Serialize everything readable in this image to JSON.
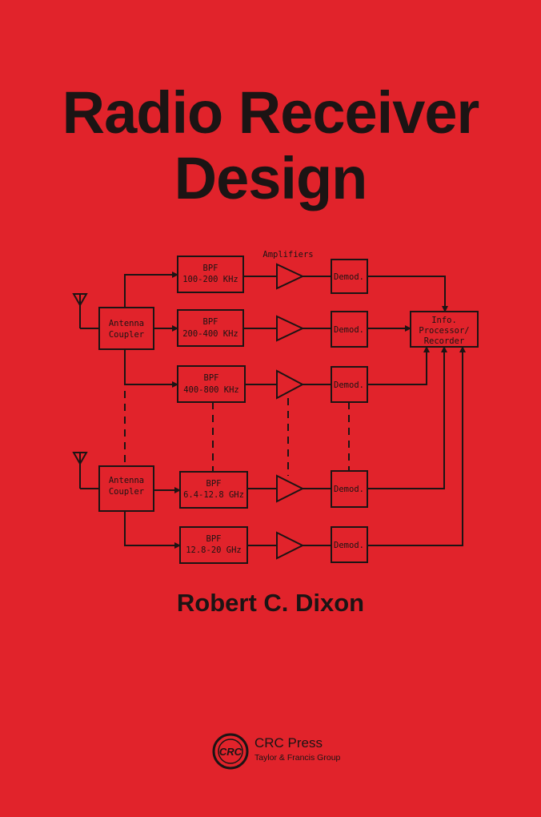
{
  "title": {
    "line1": "Radio Receiver",
    "line2": "Design"
  },
  "author": "Robert C. Dixon",
  "publisher": {
    "logo_text": "CRC",
    "name": "CRC Press",
    "sub": "Taylor & Francis Group"
  },
  "colors": {
    "background": "#e1232b",
    "ink": "#1c1414"
  },
  "diagram": {
    "amplifiers_label": "Amplifiers",
    "antenna_coupler": [
      "Antenna",
      "Coupler"
    ],
    "filters": [
      {
        "line1": "BPF",
        "line2": "100-200 KHz"
      },
      {
        "line1": "BPF",
        "line2": "200-400 KHz"
      },
      {
        "line1": "BPF",
        "line2": "400-800 KHz"
      },
      {
        "line1": "BPF",
        "line2": "6.4-12.8 GHz"
      },
      {
        "line1": "BPF",
        "line2": "12.8-20 GHz"
      }
    ],
    "demod_label": "Demod.",
    "processor": [
      "Info.",
      "Processor/",
      "Recorder"
    ],
    "icons": [
      "antenna-icon",
      "amplifier-triangle-icon"
    ]
  }
}
